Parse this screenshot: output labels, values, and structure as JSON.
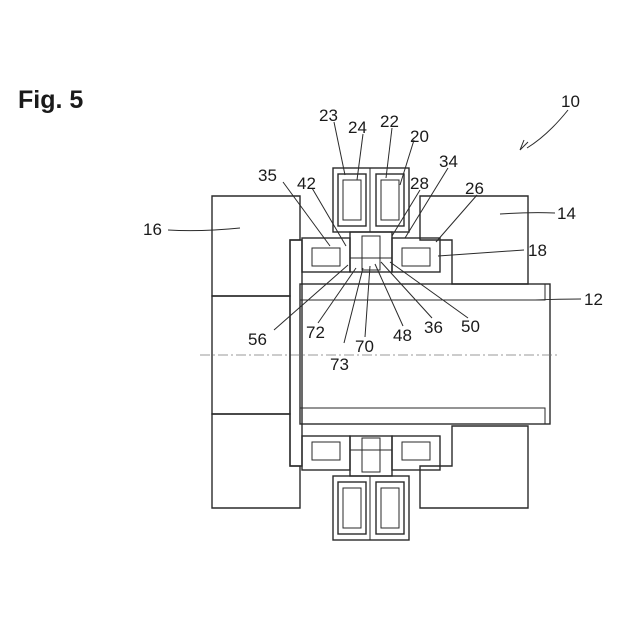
{
  "figure": {
    "title": "Fig. 5"
  },
  "labels": {
    "l10": "10",
    "l23": "23",
    "l24": "24",
    "l22": "22",
    "l20": "20",
    "l35": "35",
    "l42": "42",
    "l28": "28",
    "l34": "34",
    "l26": "26",
    "l14": "14",
    "l16": "16",
    "l18": "18",
    "l12": "12",
    "l56": "56",
    "l72": "72",
    "l73": "73",
    "l70": "70",
    "l48": "48",
    "l36": "36",
    "l50": "50"
  }
}
